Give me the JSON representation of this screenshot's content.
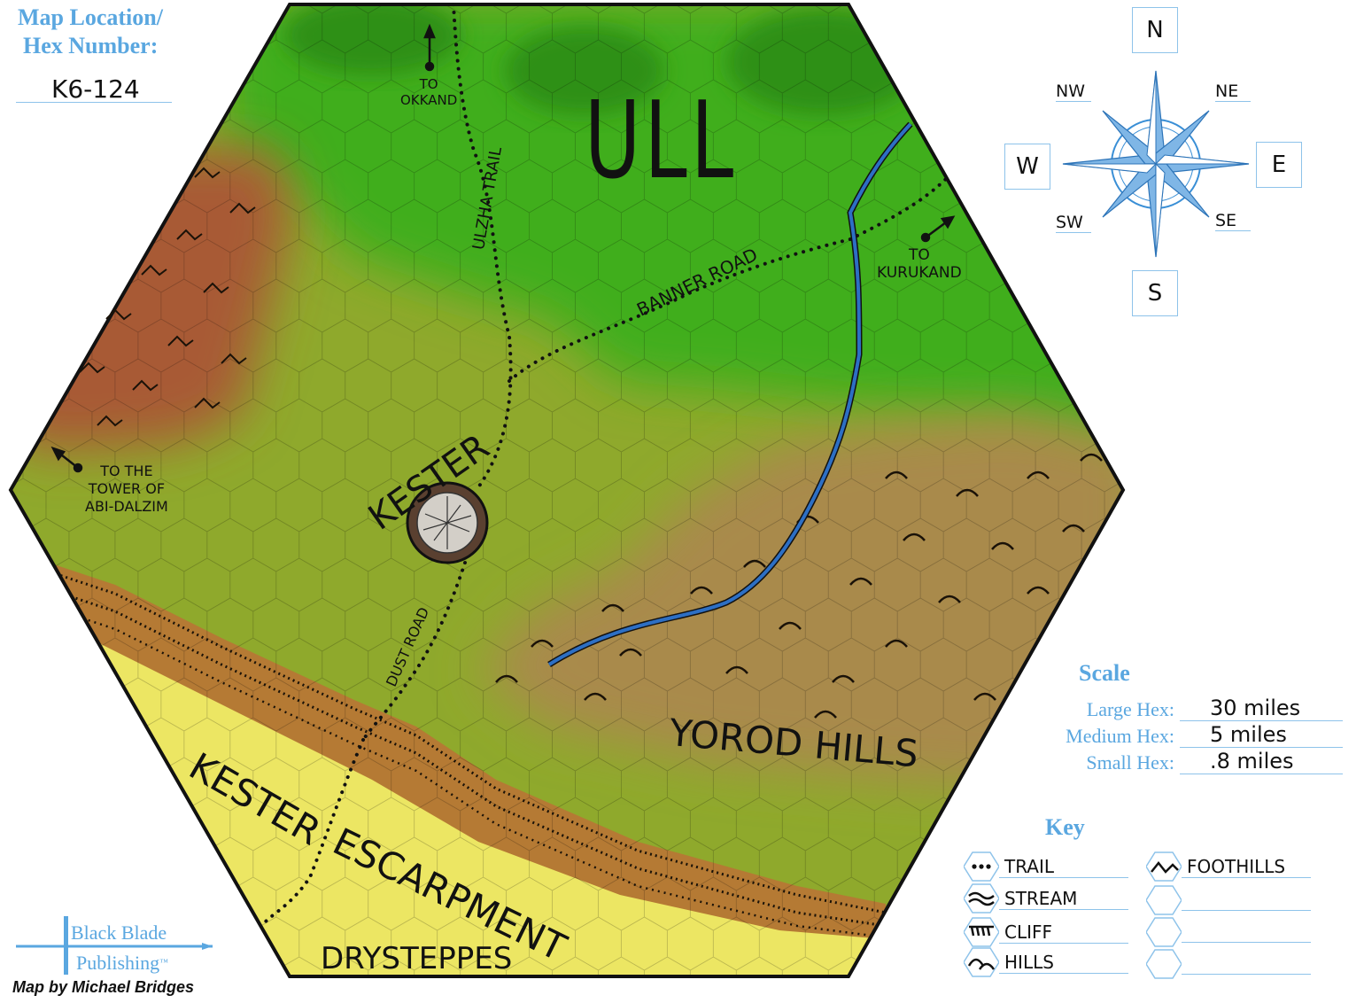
{
  "header": {
    "title_line1": "Map Location/",
    "title_line2": "Hex Number:",
    "hex_number": "K6-124"
  },
  "compass": {
    "n": "N",
    "s": "S",
    "e": "E",
    "w": "W",
    "nw": "NW",
    "ne": "NE",
    "sw": "SW",
    "se": "SE",
    "color": "#3a8fd6"
  },
  "map": {
    "region": "ULL",
    "town": "KESTER",
    "trail_north_line1": "TO",
    "trail_north_line2": "OKKAND",
    "trail_east_line1": "TO",
    "trail_east_line2": "KURUKAND",
    "trail_west_line1": "TO THE",
    "trail_west_line2": "TOWER OF",
    "trail_west_line3": "ABI-DALZIM",
    "ulzha_trail": "ULZHA TRAIL",
    "banner_road": "BANNER ROAD",
    "dust_road": "DUST ROAD",
    "hills": "YOROD HILLS",
    "escarpment_1": "KESTER",
    "escarpment_2": "ESCARPMENT",
    "steppes": "DRYSTEPPES",
    "colors": {
      "forest": "#3fae1f",
      "grassland": "#8fa92c",
      "steppe": "#e8e25a",
      "hills": "#a98a4c",
      "mountain": "#a85a34",
      "cliff": "#b57a34",
      "river": "#2d6fc4"
    }
  },
  "scale": {
    "title": "Scale",
    "large_label": "Large Hex:",
    "large_value": "30 miles",
    "medium_label": "Medium Hex:",
    "medium_value": "5  miles",
    "small_label": "Small Hex:",
    "small_value": ".8  miles"
  },
  "key": {
    "title": "Key",
    "items": [
      {
        "label": "TRAIL",
        "icon": "trail-icon"
      },
      {
        "label": "STREAM",
        "icon": "stream-icon"
      },
      {
        "label": "CLIFF",
        "icon": "cliff-icon"
      },
      {
        "label": "HILLS",
        "icon": "hills-icon"
      },
      {
        "label": "FOOTHILLS",
        "icon": "foothills-icon"
      }
    ]
  },
  "publisher": {
    "name_line1": "Black Blade",
    "name_line2": "Publishing",
    "tm": "™",
    "credit": "Map by Michael Bridges"
  }
}
